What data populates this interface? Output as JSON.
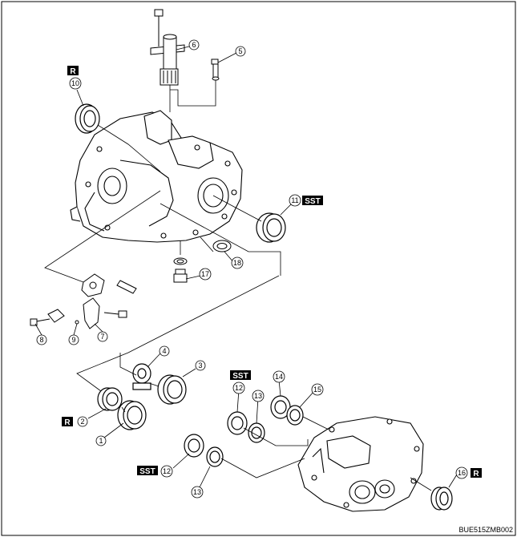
{
  "diagram": {
    "code": "BUE515ZMB002",
    "badges": {
      "r": "R",
      "sst": "SST"
    },
    "callouts": [
      "1",
      "2",
      "3",
      "4",
      "5",
      "6",
      "7",
      "8",
      "9",
      "10",
      "11",
      "12",
      "13",
      "14",
      "15",
      "16",
      "17",
      "18"
    ],
    "line_color": "#000000",
    "paper_color": "#ffffff"
  }
}
